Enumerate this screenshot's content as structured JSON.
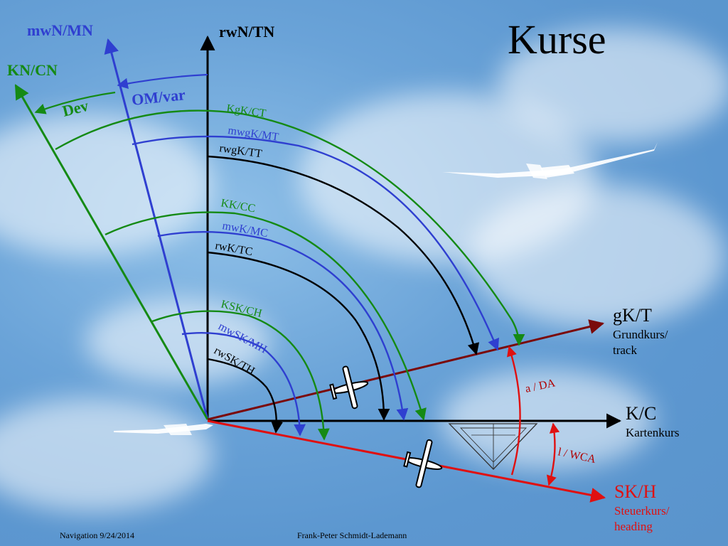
{
  "slide": {
    "title": "Kurse",
    "footer_left": "Navigation 9/24/2014",
    "footer_center": "Frank-Peter Schmidt-Lademann"
  },
  "north_labels": {
    "true_north": "rwN/TN",
    "magnetic_north": "mwN/MN",
    "compass_north": "KN/CN",
    "variation": "OM/var",
    "deviation": "Dev"
  },
  "arc_labels": {
    "track": [
      "KgK/CT",
      "mwgK/MT",
      "rwgK/TT"
    ],
    "course": [
      "KK/CC",
      "mwK/MC",
      "rwK/TC"
    ],
    "heading": [
      "KSK/CH",
      "mwSK/MH",
      "rwSK/TH"
    ]
  },
  "vectors": {
    "track": {
      "code": "gK/T",
      "line1": "Grundkurs/",
      "line2": "track"
    },
    "course": {
      "code": "K/C",
      "line1": "Kartenkurs"
    },
    "heading": {
      "code": "SK/H",
      "line1": "Steuerkurs/",
      "line2": "heading"
    }
  },
  "angles": {
    "drift": "a / DA",
    "wind_correction": "l / WCA"
  },
  "colors": {
    "true": "#000000",
    "magnetic": "#2f3fd0",
    "compass": "#158a15",
    "track_line": "#7a0a0a",
    "heading_line": "#e01010",
    "angle_label": "#b00000"
  },
  "icons": [
    "glider-icon",
    "airplane-icon",
    "triangle-ruler-icon"
  ]
}
